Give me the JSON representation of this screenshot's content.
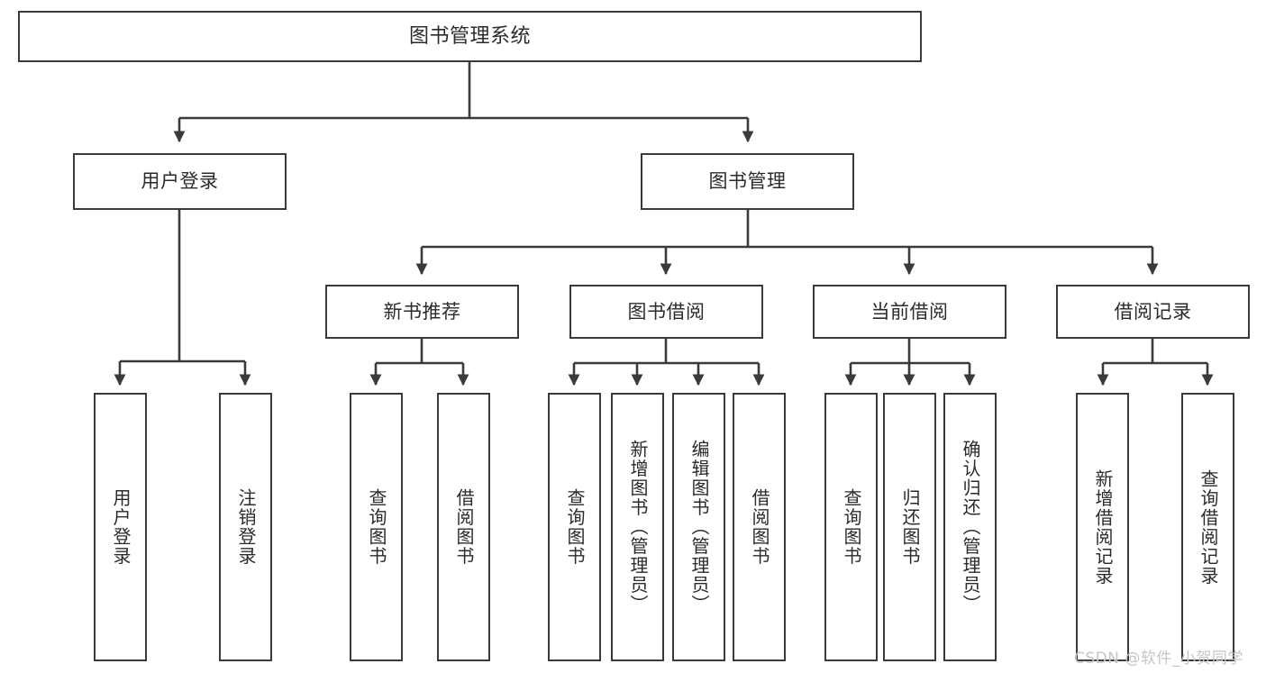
{
  "diagram": {
    "title": "图书管理系统",
    "type": "hierarchy-tree",
    "watermark": "CSDN @软件_小贺同学",
    "colors": {
      "box_border": "#3a3a3a",
      "box_fill": "#ffffff",
      "connector": "#3a3a3a",
      "text": "#2b2b2b",
      "watermark": "#c6c6c6",
      "background": "#ffffff"
    },
    "root": {
      "label": "图书管理系统"
    },
    "level1": [
      {
        "label": "用户登录"
      },
      {
        "label": "图书管理"
      }
    ],
    "level2": [
      {
        "label": "新书推荐"
      },
      {
        "label": "图书借阅"
      },
      {
        "label": "当前借阅"
      },
      {
        "label": "借阅记录"
      }
    ],
    "leaves": {
      "user_login": [
        {
          "label": "用户登录"
        },
        {
          "label": "注销登录"
        }
      ],
      "new_book_recommend": [
        {
          "label": "查询图书"
        },
        {
          "label": "借阅图书"
        }
      ],
      "book_borrow": [
        {
          "label": "查询图书"
        },
        {
          "label": "新增图书（管理员）"
        },
        {
          "label": "编辑图书（管理员）"
        },
        {
          "label": "借阅图书"
        }
      ],
      "current_borrow": [
        {
          "label": "查询图书"
        },
        {
          "label": "归还图书"
        },
        {
          "label": "确认归还（管理员）"
        }
      ],
      "borrow_record": [
        {
          "label": "新增借阅记录"
        },
        {
          "label": "查询借阅记录"
        }
      ]
    }
  }
}
